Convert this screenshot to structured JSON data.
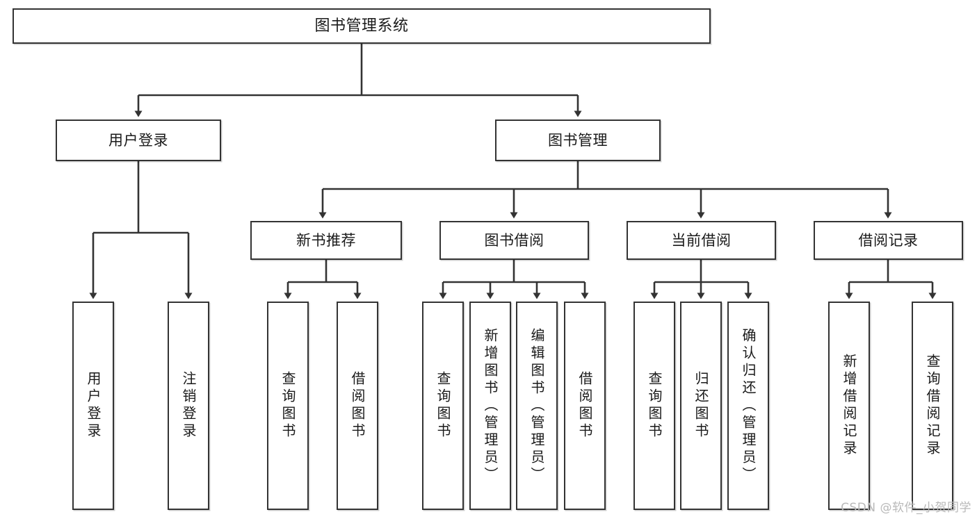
{
  "diagram": {
    "type": "tree",
    "title": "图书管理系统",
    "watermark": "CSDN @软件_小贺同学",
    "colors": {
      "background": "#ffffff",
      "node_border": "#333333",
      "node_fill": "#ffffff",
      "text": "#1a1a1a",
      "link": "#333333",
      "watermark": "#b9b9b9"
    },
    "nodes": {
      "root": {
        "label": "图书管理系统"
      },
      "level2": [
        {
          "id": "user-login",
          "label": "用户登录"
        },
        {
          "id": "book-manage",
          "label": "图书管理"
        }
      ],
      "level3": [
        {
          "id": "new-book-recommend",
          "label": "新书推荐"
        },
        {
          "id": "book-borrow",
          "label": "图书借阅"
        },
        {
          "id": "current-borrow",
          "label": "当前借阅"
        },
        {
          "id": "borrow-record",
          "label": "借阅记录"
        }
      ],
      "leaves": {
        "user-login": [
          {
            "id": "leaf-user-login",
            "label": "用户登录"
          },
          {
            "id": "leaf-user-logout",
            "label": "注销登录"
          }
        ],
        "new-book-recommend": [
          {
            "id": "leaf-query-book-1",
            "label": "查询图书"
          },
          {
            "id": "leaf-borrow-book-1",
            "label": "借阅图书"
          }
        ],
        "book-borrow": [
          {
            "id": "leaf-query-book-2",
            "label": "查询图书"
          },
          {
            "id": "leaf-add-book",
            "label": "新增图书（管理员）"
          },
          {
            "id": "leaf-edit-book",
            "label": "编辑图书（管理员）"
          },
          {
            "id": "leaf-borrow-book-2",
            "label": "借阅图书"
          }
        ],
        "current-borrow": [
          {
            "id": "leaf-query-book-3",
            "label": "查询图书"
          },
          {
            "id": "leaf-return-book",
            "label": "归还图书"
          },
          {
            "id": "leaf-confirm-return",
            "label": "确认归还（管理员）"
          }
        ],
        "borrow-record": [
          {
            "id": "leaf-add-record",
            "label": "新增借阅记录"
          },
          {
            "id": "leaf-query-record",
            "label": "查询借阅记录"
          }
        ]
      }
    }
  }
}
